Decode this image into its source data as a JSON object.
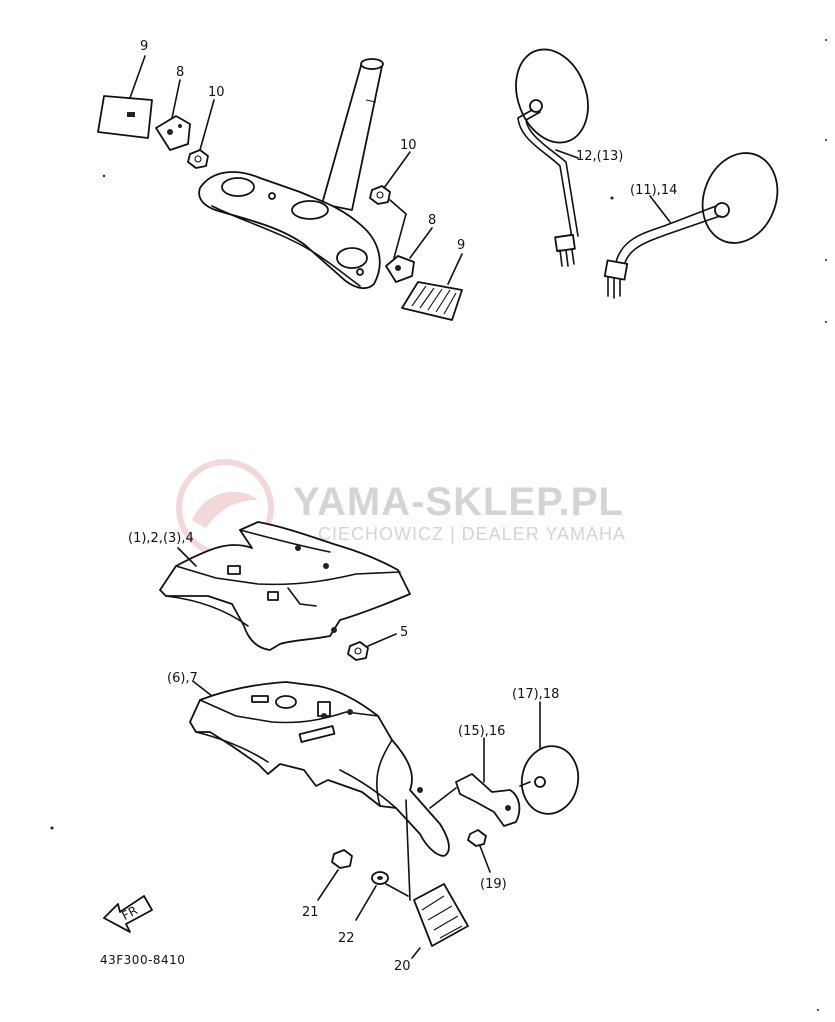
{
  "watermark": {
    "title": "YAMA-SKLEP.PL",
    "subtitle": "CIECHOWICZ | DEALER YAMAHA",
    "color": "#d8a0a0"
  },
  "diagram_code": "43F300-8410",
  "front_arrow_text": "FR",
  "labels": {
    "p9_top": "9",
    "p8_top": "8",
    "p10_top": "10",
    "p10_mid": "10",
    "p8_mid": "8",
    "p9_mid": "9",
    "mirror_left": "12,(13)",
    "mirror_right": "(11),14",
    "fender_front": "(1),2,(3),4",
    "p5": "5",
    "fender_rear": "(6),7",
    "light_18": "(17),18",
    "bracket_16": "(15),16",
    "p19": "(19)",
    "p21": "21",
    "p22": "22",
    "p20": "20"
  }
}
